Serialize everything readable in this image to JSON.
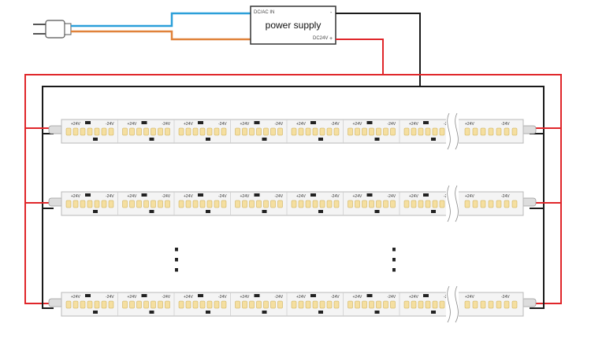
{
  "power_supply": {
    "label": "power supply",
    "input_label": "DC/AC IN",
    "output_label": "DC24V",
    "plus_sign": "+",
    "minus_sign": "-"
  },
  "strip": {
    "plus_label": "+24V",
    "minus_label": "-24V"
  },
  "colors": {
    "positive_wire": "#e0262a",
    "negative_wire": "#1a1a1a",
    "ac_live_wire": "#2b9fd9",
    "ac_neutral_wire": "#e0823a",
    "led_body": "#f5dfa0",
    "led_chip": "#fff3c8",
    "strip_pcb": "#f4f4f4",
    "strip_border": "#b8b8b8"
  },
  "diagram": {
    "type": "led-strip-parallel-wiring",
    "strip_count_visible": 3,
    "continuation_marks": "⋮"
  }
}
